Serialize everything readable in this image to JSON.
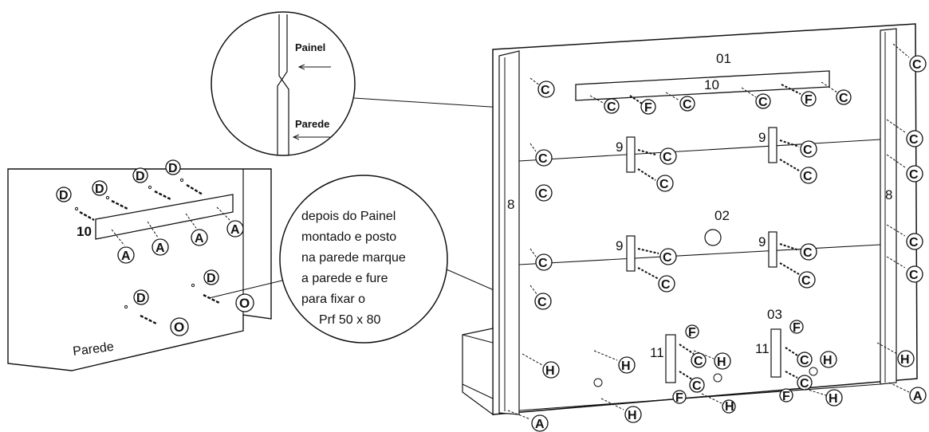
{
  "detail_circle": {
    "panel_label": "Painel",
    "wall_label": "Parede"
  },
  "wall_view": {
    "wall_label": "Parede",
    "part_number": "10",
    "screws_d": [
      "D",
      "D",
      "D",
      "D",
      "D",
      "D"
    ],
    "screws_a": [
      "A",
      "A",
      "A",
      "A"
    ],
    "screws_o": [
      "O",
      "O"
    ]
  },
  "note": {
    "lines": [
      "depois do Painel",
      "montado e posto",
      "na parede marque",
      "a parede e fure",
      "para fixar o",
      "Prf 50 x 80"
    ]
  },
  "panel": {
    "part_top": "01",
    "part_middle": "02",
    "part_bottom": "03",
    "rail_top": "10",
    "side_left": "8",
    "side_right": "8",
    "bracket": "9",
    "bracket_low": "11"
  },
  "callouts": {
    "C": "C",
    "F": "F",
    "H": "H",
    "A": "A"
  }
}
